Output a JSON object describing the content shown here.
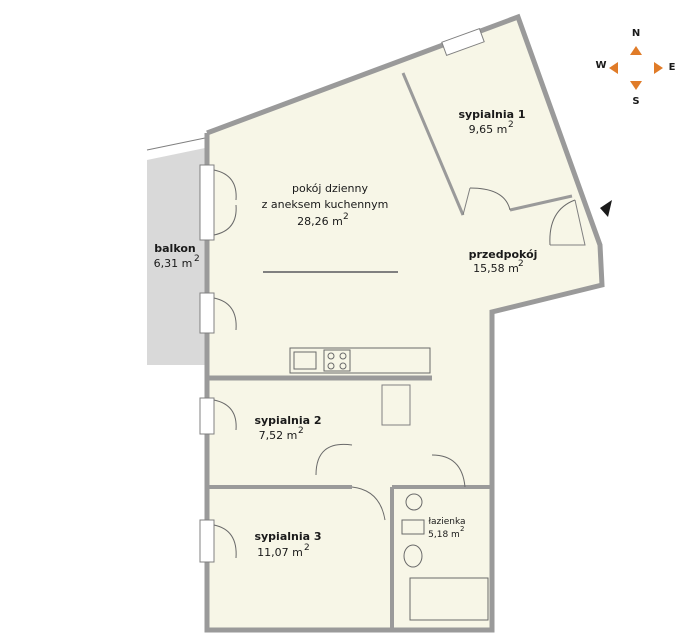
{
  "rooms": {
    "living": {
      "line1": "pokój dzienny",
      "line2": "z aneksem kuchennym",
      "area": "28,26 m",
      "sup": "2"
    },
    "bedroom1": {
      "name": "sypialnia 1",
      "area": "9,65 m",
      "sup": "2"
    },
    "hall": {
      "name": "przedpokój",
      "area": "15,58 m",
      "sup": "2"
    },
    "balcony": {
      "name": "balkon",
      "area": "6,31 m",
      "sup": "2"
    },
    "bedroom2": {
      "name": "sypialnia  2",
      "area": "7,52 m",
      "sup": "2"
    },
    "bedroom3": {
      "name": "sypialnia 3",
      "area": "11,07 m",
      "sup": "2"
    },
    "bathroom": {
      "name": "łazienka",
      "area": "5,18 m",
      "sup": "2"
    }
  },
  "compass": {
    "n": "N",
    "s": "S",
    "e": "E",
    "w": "W",
    "color": "#e07b28"
  },
  "colors": {
    "floor": "#f7f6e7",
    "balcony": "#d9d9d9",
    "wall": "#9a9a9a"
  }
}
